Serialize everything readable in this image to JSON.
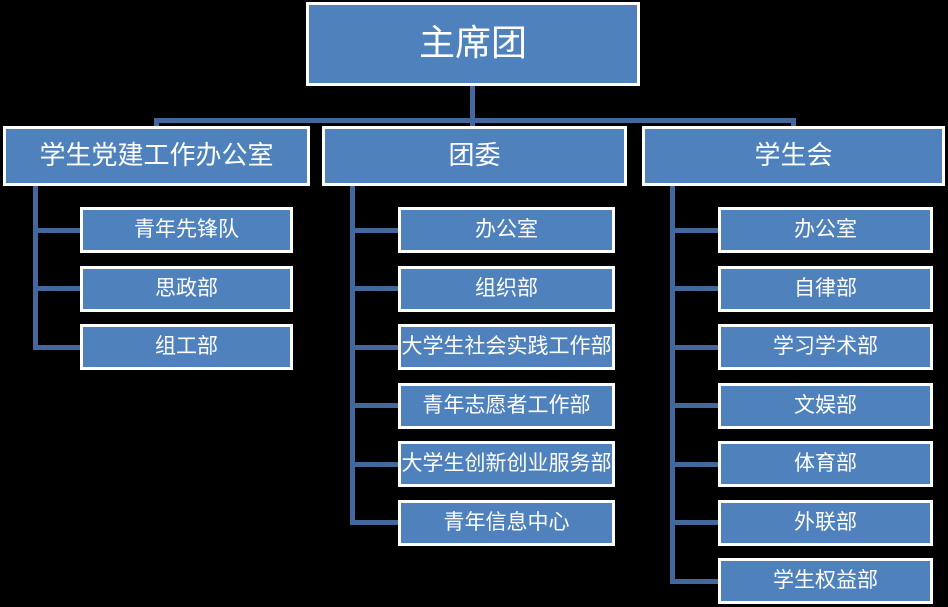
{
  "page": {
    "background_color": "#000000",
    "node_fill_color": "#4F81BD",
    "node_border_color": "#FFFFFF",
    "connector_color": "#44679C",
    "text_color": "#FFFFFF"
  },
  "org": {
    "root": {
      "label": "主席团"
    },
    "branches": [
      {
        "label": "学生党建工作办公室",
        "children": [
          "青年先锋队",
          "思政部",
          "组工部"
        ]
      },
      {
        "label": "团委",
        "children": [
          "办公室",
          "组织部",
          "大学生社会实践工作部",
          "青年志愿者工作部",
          "大学生创新创业服务部",
          "青年信息中心"
        ]
      },
      {
        "label": "学生会",
        "children": [
          "办公室",
          "自律部",
          "学习学术部",
          "文娱部",
          "体育部",
          "外联部",
          "学生权益部"
        ]
      }
    ]
  }
}
